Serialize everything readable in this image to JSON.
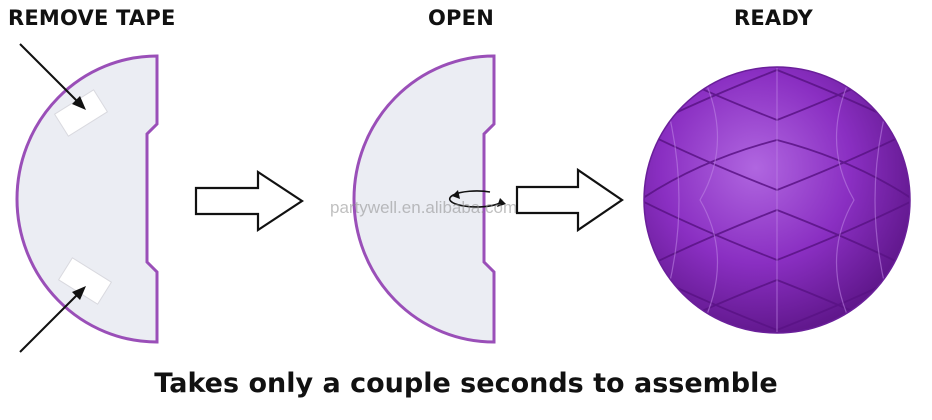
{
  "steps": [
    {
      "label": "REMOVE TAPE"
    },
    {
      "label": "OPEN"
    },
    {
      "label": "READY"
    }
  ],
  "caption": "Takes only a couple seconds to assemble",
  "watermark": "partywell.en.alibaba.com",
  "colors": {
    "paper_fill": "#ebedf3",
    "paper_edge": "#9a4fb8",
    "ball": "#8a2fc2",
    "ball_dark": "#6a1f9a",
    "ball_light": "#a75ad6",
    "ink": "#111111"
  },
  "icons": [
    "tape-strip-icon",
    "pointer-arrow-icon",
    "next-arrow-icon",
    "rotate-arrow-icon"
  ]
}
